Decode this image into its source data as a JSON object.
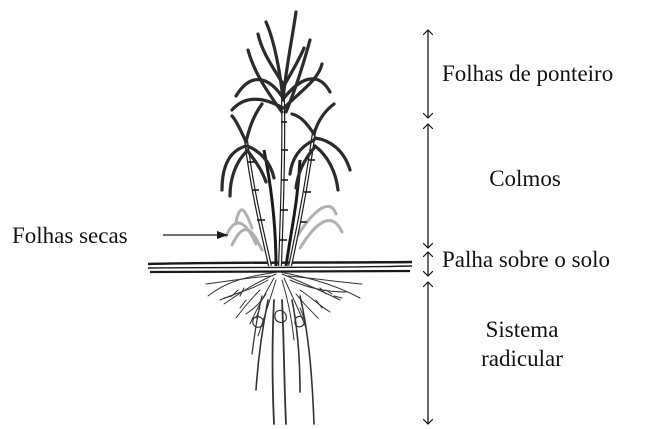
{
  "labels": {
    "folhas_ponteiro": "Folhas de ponteiro",
    "colmos": "Colmos",
    "palha_sobre_solo": "Palha sobre o solo",
    "sistema": "Sistema",
    "radicular": "radicular",
    "folhas_secas": "Folhas secas"
  },
  "colors": {
    "ink": "#1a1a1a",
    "leaf_dark": "#2b2b2b",
    "leaf_dry": "#b5b5b5",
    "background": "#ffffff"
  }
}
